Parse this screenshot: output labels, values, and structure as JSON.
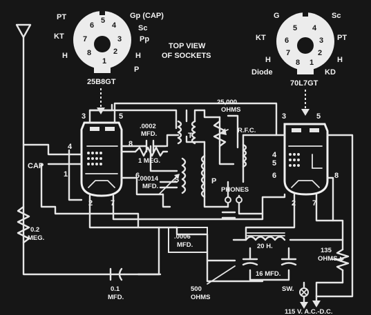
{
  "title": {
    "line1": "TOP VIEW",
    "line2": "OF SOCKETS"
  },
  "socket_left": {
    "name": "25B8GT",
    "labels": {
      "pt": "PT",
      "gp": "Gp (CAP)",
      "sc": "Sc",
      "pp": "Pp",
      "kt": "KT",
      "h1": "H",
      "h2": "H",
      "p": "P"
    },
    "pins": [
      "1",
      "2",
      "3",
      "4",
      "5",
      "6",
      "7",
      "8"
    ]
  },
  "socket_right": {
    "name": "70L7GT",
    "labels": {
      "g": "G",
      "sc": "Sc",
      "pt": "PT",
      "kt": "KT",
      "h1": "H",
      "h2": "H",
      "diode": "Diode",
      "kd": "KD"
    },
    "pins": [
      "1",
      "2",
      "3",
      "4",
      "5",
      "6",
      "7",
      "8"
    ]
  },
  "tube_left_pins": {
    "p3": "3",
    "p5": "5",
    "p4": "4",
    "p8": "8",
    "p1": "1",
    "p6": "6",
    "p2": "2",
    "p7": "7"
  },
  "tube_right_pins": {
    "p3": "3",
    "p5": "5",
    "p4": "4",
    "p5b": "5",
    "p6": "6",
    "p2": "2",
    "p7": "7",
    "p8": "8"
  },
  "components": {
    "cap_label": "CAP",
    "c0002": {
      "line1": ".0002",
      "line2": "MFD."
    },
    "r1meg": "1 MEG.",
    "c00014": {
      "line1": ".00014",
      "line2": "MFD."
    },
    "coil_t": "T",
    "coil_s": "S",
    "coil_p": "P",
    "pot": {
      "line1": "25,000",
      "line2": "OHMS"
    },
    "rfc": "R.F.C.",
    "phones": "PHONES",
    "c0006": {
      "line1": ".0006",
      "line2": "MFD."
    },
    "choke": "20 H.",
    "c16": "16 MFD.",
    "r135": {
      "line1": "135",
      "line2": "OHMS"
    },
    "r02": {
      "line1": "0.2",
      "line2": "MEG."
    },
    "c01": {
      "line1": "0.1",
      "line2": "MFD."
    },
    "r500": {
      "line1": "500",
      "line2": "OHMS"
    },
    "sw": "SW.",
    "mains": "115 V. A.C.-D.C."
  }
}
